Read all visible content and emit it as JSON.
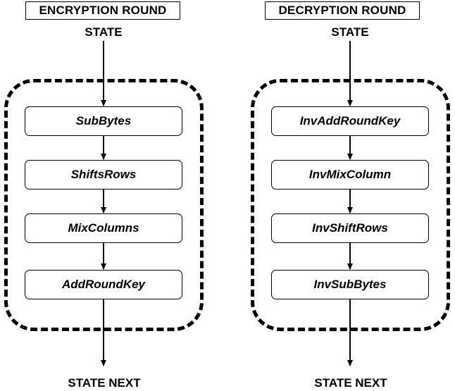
{
  "encryption": {
    "title": "ENCRYPTION ROUND",
    "input": "STATE",
    "steps": [
      "SubBytes",
      "ShiftsRows",
      "MixColumns",
      "AddRoundKey"
    ],
    "output": "STATE NEXT"
  },
  "decryption": {
    "title": "DECRYPTION ROUND",
    "input": "STATE",
    "steps": [
      "InvAddRoundKey",
      "InvMixColumn",
      "InvShiftRows",
      "InvSubBytes"
    ],
    "output": "STATE NEXT"
  }
}
